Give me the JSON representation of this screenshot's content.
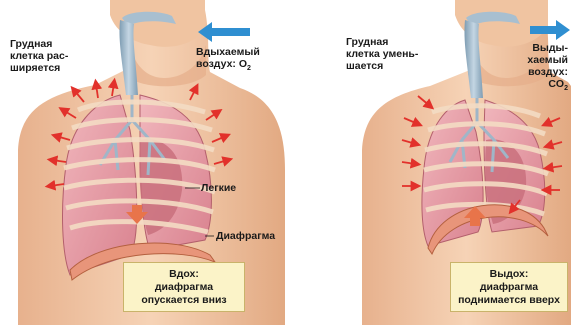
{
  "panels": {
    "inhale": {
      "chest_label": [
        "Грудная",
        "клетка рас-",
        "ширяется"
      ],
      "air_label": {
        "line1": "Вдыхаемый",
        "line2_prefix": "воздух: O",
        "line2_sub": "2"
      },
      "lungs_label": "Легкие",
      "diaphragm_label": "Диафрагма",
      "caption": [
        "Вдох:",
        "диафрагма",
        "опускается вниз"
      ]
    },
    "exhale": {
      "chest_label": [
        "Грудная",
        "клетка умень-",
        "шается"
      ],
      "air_label": {
        "line1": "Выды-",
        "line2": "хаемый",
        "line3_prefix": "воздух:",
        "line4_prefix": "CO",
        "line4_sub": "2"
      },
      "caption": [
        "Выдох:",
        "диафрагма",
        "поднимается вверх"
      ]
    }
  },
  "colors": {
    "skin": "#f3c9a6",
    "skin_shadow": "#e3a97f",
    "trachea": "#9fb6c8",
    "lung": "#e69aa3",
    "lung_dark": "#c9707d",
    "diaphragm": "#e8957a",
    "arrow_red": "#e2312b",
    "arrow_blue": "#2f8fd1",
    "arrow_orange": "#e8744a",
    "caption_bg": "#fbf3c8"
  }
}
